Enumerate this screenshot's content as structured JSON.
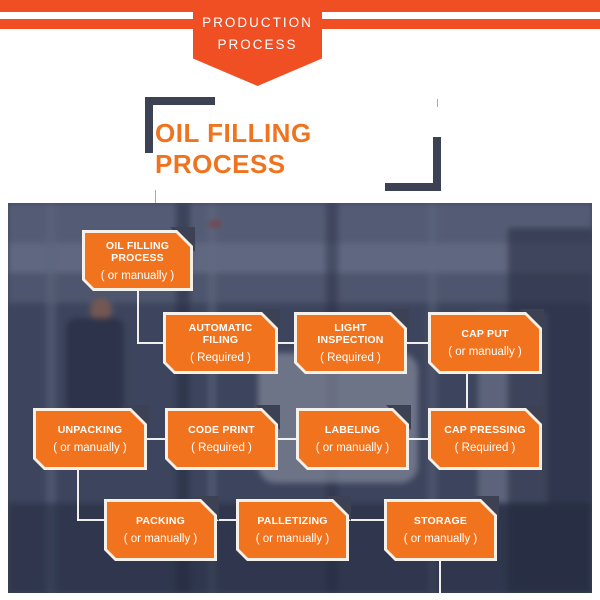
{
  "banner": {
    "line1": "PRODUCTION",
    "line2": "PROCESS"
  },
  "title_block": {
    "title": "OIL FILLING PROCESS"
  },
  "colors": {
    "ribbon-orange": "#f04e23",
    "box-orange": "#f2731d",
    "navy": "#3d4154",
    "line-white": "#f5f1e8",
    "title-orange": "#f0731f"
  },
  "flowchart": {
    "nodes": [
      {
        "label": "OIL FILLING PROCESS",
        "sub": "( or manually )"
      },
      {
        "label": "AUTOMATIC FILING",
        "sub": "( Required )"
      },
      {
        "label": "LIGHT INSPECTION",
        "sub": "( Required )"
      },
      {
        "label": "CAP PUT",
        "sub": "( or manually )"
      },
      {
        "label": "UNPACKING",
        "sub": "( or manually )"
      },
      {
        "label": "CODE PRINT",
        "sub": "( Required )"
      },
      {
        "label": "LABELING",
        "sub": "( or manually )"
      },
      {
        "label": "CAP PRESSING",
        "sub": "( Required )"
      },
      {
        "label": "PACKING",
        "sub": "( or manually )"
      },
      {
        "label": "PALLETIZING",
        "sub": "( or manually )"
      },
      {
        "label": "STORAGE",
        "sub": "( or manually )"
      }
    ]
  }
}
